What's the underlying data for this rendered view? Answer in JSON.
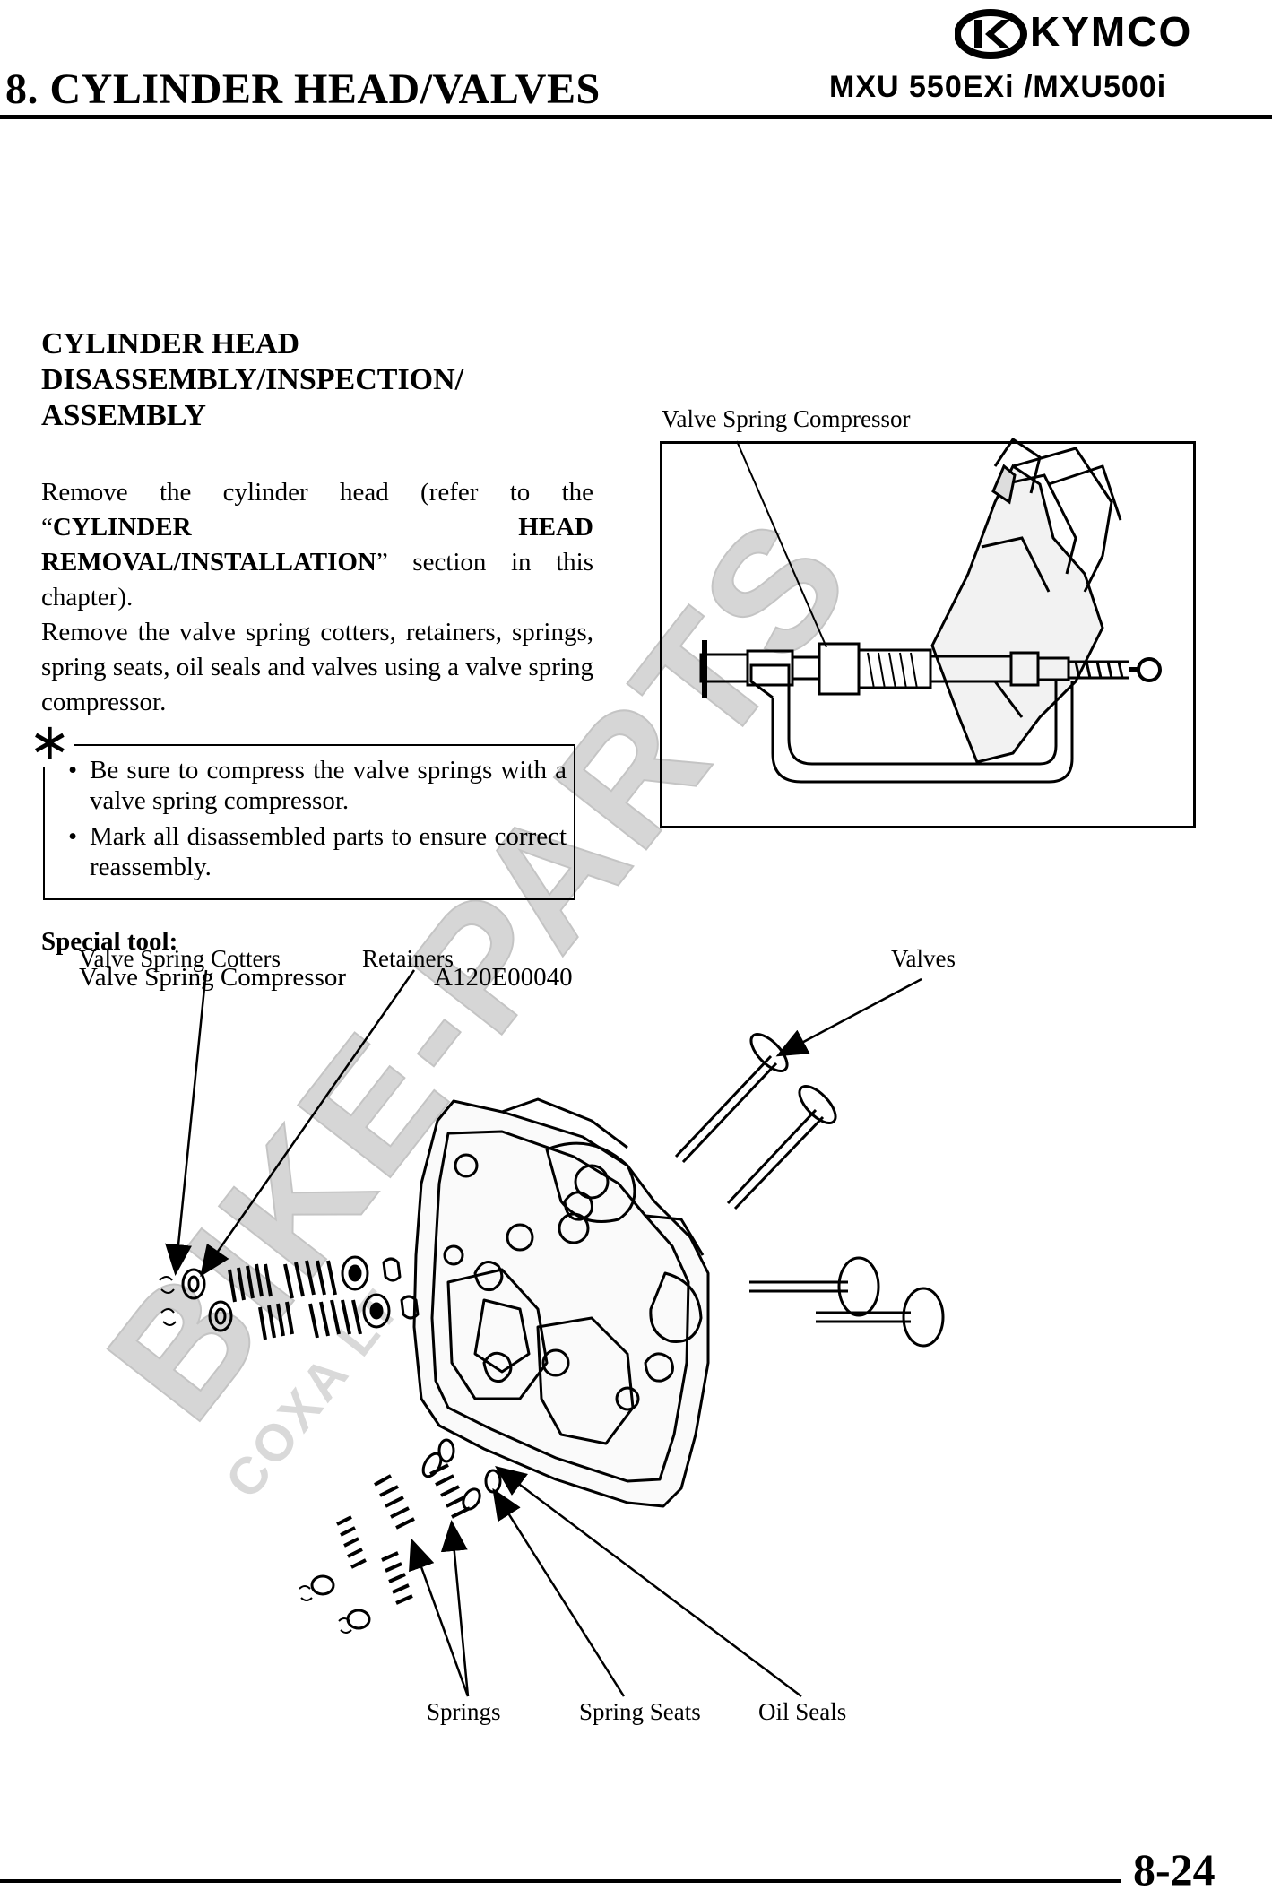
{
  "header": {
    "chapter_title": "8. CYLINDER HEAD/VALVES",
    "model": "MXU 550EXi /MXU500i",
    "brand": "KYMCO"
  },
  "section": {
    "heading_lines": [
      "CYLINDER HEAD",
      "DISASSEMBLY/INSPECTION/",
      "ASSEMBLY"
    ],
    "para1_prefix": "Remove the cylinder head (refer to the “",
    "para1_bold": "CYLINDER HEAD REMOVAL/INSTALLATION",
    "para1_suffix": "” section in this chapter).",
    "para2": "Remove the valve spring cotters, retainers, springs, spring seats, oil seals and valves using a valve spring compressor."
  },
  "note": {
    "symbol": "∗",
    "bullet": "•",
    "items": [
      "Be sure to compress the valve springs with a valve spring compressor.",
      "Mark all disassembled parts to ensure correct reassembly."
    ]
  },
  "special_tool": {
    "label": "Special tool:",
    "name": "Valve Spring Compressor",
    "code": "A120E00040"
  },
  "figure_labels": {
    "photo_caption": "Valve Spring Compressor",
    "valve_spring_cotters": "Valve Spring Cotters",
    "retainers": "Retainers",
    "valves": "Valves",
    "springs": "Springs",
    "spring_seats": "Spring Seats",
    "oil_seals": "Oil Seals"
  },
  "watermark": {
    "main": "BIKE-PARTS",
    "sub": "COXA LT"
  },
  "footer": {
    "page_number": "8-24"
  }
}
